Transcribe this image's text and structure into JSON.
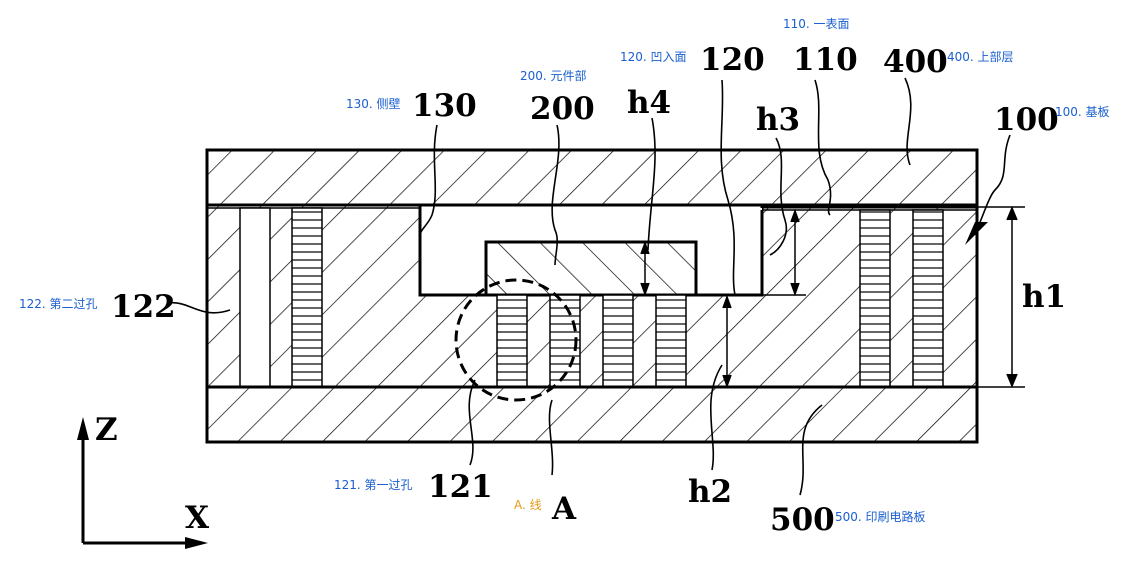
{
  "reference_numerals": {
    "r100": "100",
    "r110": "110",
    "r120": "120",
    "r121": "121",
    "r122": "122",
    "r130": "130",
    "r200": "200",
    "r400": "400",
    "r500": "500",
    "h1": "h1",
    "h2": "h2",
    "h3": "h3",
    "h4": "h4",
    "A": "A",
    "axis_z": "Z",
    "axis_x": "X"
  },
  "annotations": {
    "a110": "110. 一表面",
    "a120": "120. 凹入面",
    "a200": "200. 元件部",
    "a400": "400. 上部层",
    "a100": "100. 基板",
    "a130": "130. 侧壁",
    "a122": "122. 第二过孔",
    "a121": "121. 第一过孔",
    "aA": "A. 线",
    "a500": "500. 印刷电路板"
  },
  "colors": {
    "annotation": "#1a5fd0",
    "annotation_A": "#e49a1c",
    "line": "#000000"
  }
}
